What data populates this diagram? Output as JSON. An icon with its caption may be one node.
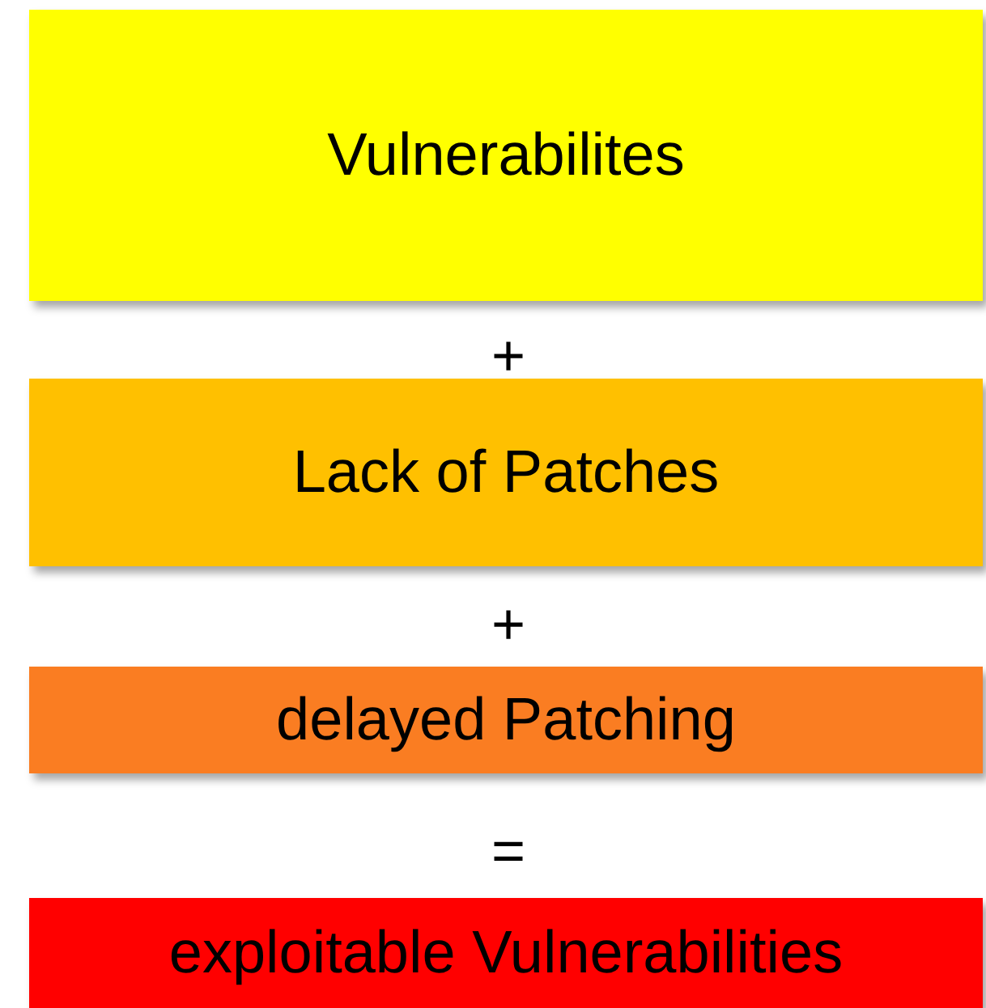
{
  "diagram": {
    "nodes": [
      {
        "text": [
          "Vulnerabilites"
        ]
      },
      {
        "text": [
          "Lack of Patches"
        ]
      },
      {
        "text": [
          "delayed Patching"
        ]
      },
      {
        "text": [
          "exploitable Vulnerabilities"
        ]
      }
    ],
    "labels": [
      "+",
      "+",
      "="
    ]
  }
}
